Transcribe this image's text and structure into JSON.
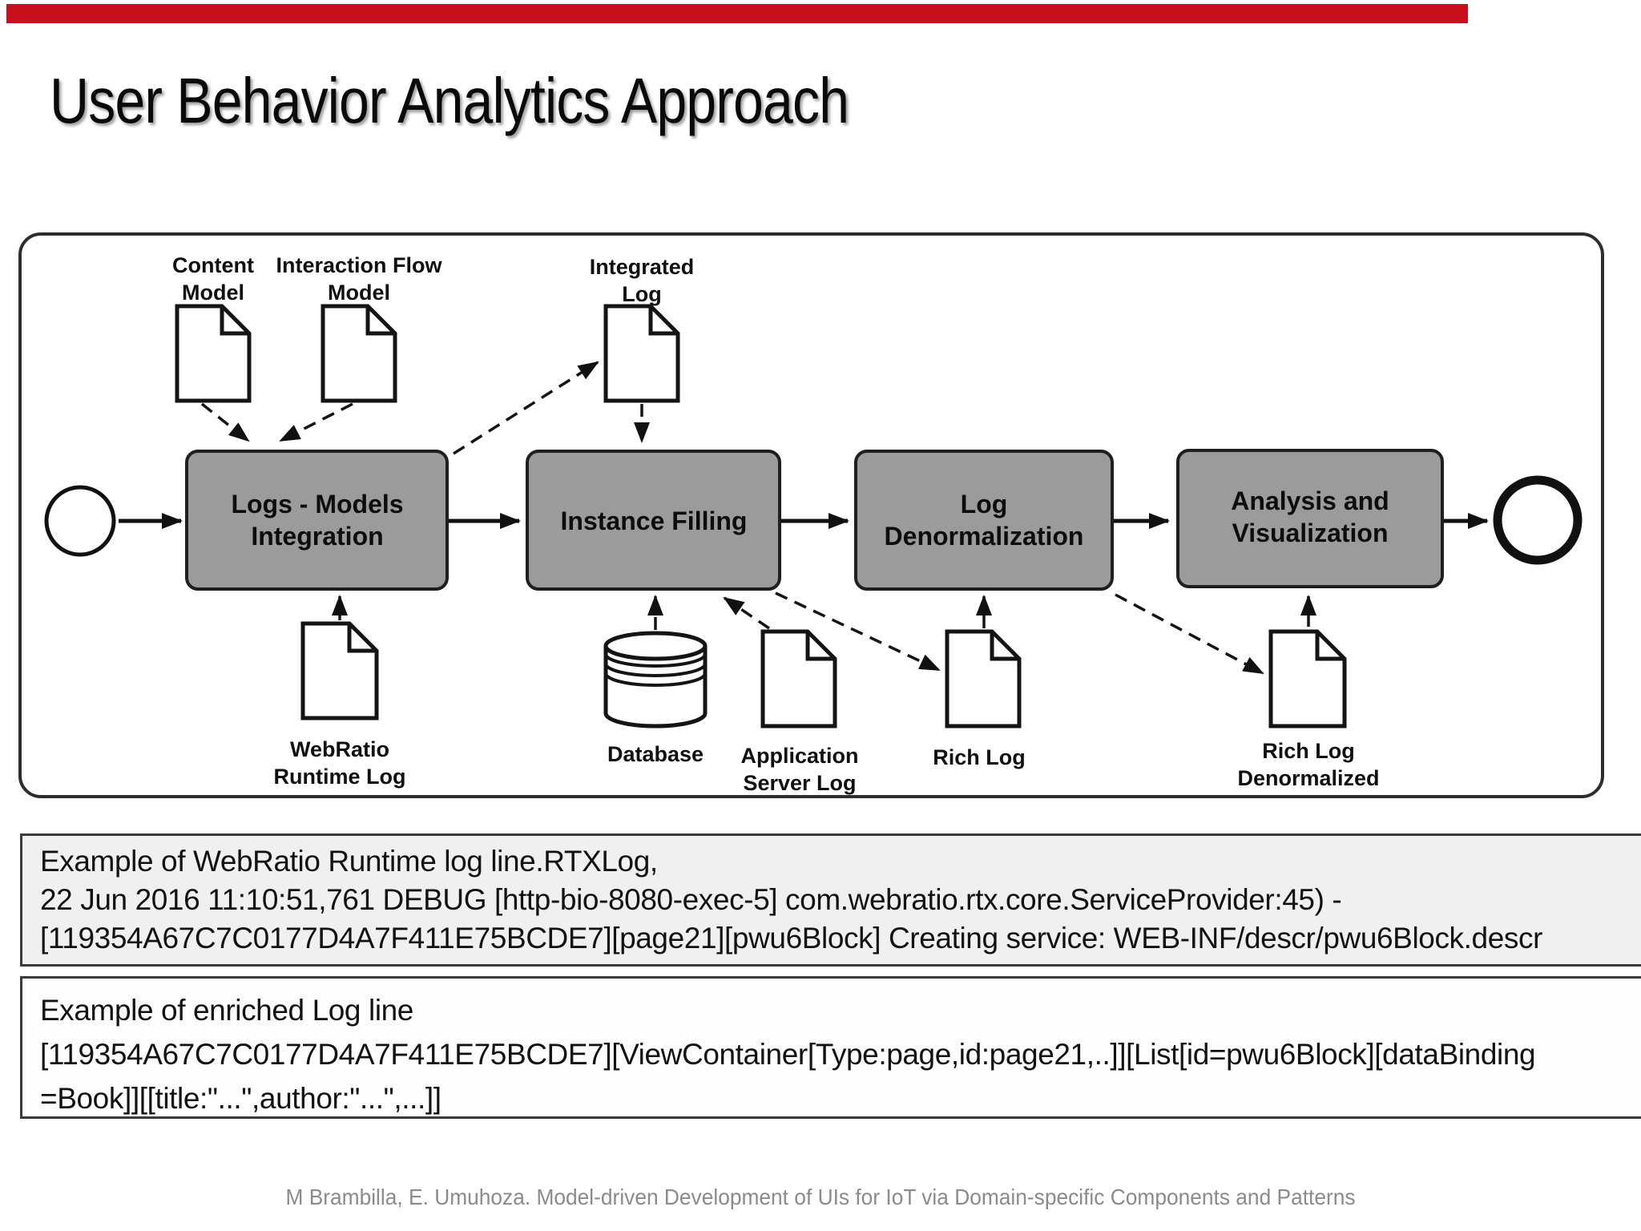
{
  "slide": {
    "accent_bar_color": "#c8101e",
    "title": "User Behavior Analytics Approach",
    "footer": "M Brambilla, E. Umuhoza. Model-driven Development of UIs for IoT via Domain-specific Components and Patterns"
  },
  "diagram": {
    "process_fill_color": "#9b9b9b",
    "steps": [
      {
        "lines": [
          "Logs - Models",
          "Integration"
        ]
      },
      {
        "lines": [
          "Instance Filling",
          ""
        ]
      },
      {
        "lines": [
          "Log",
          "Denormalization"
        ]
      },
      {
        "lines": [
          "Analysis and",
          "Visualization"
        ]
      }
    ],
    "artifacts": {
      "content_model": {
        "lines": [
          "Content",
          "Model"
        ]
      },
      "interaction_flow_model": {
        "lines": [
          "Interaction Flow",
          "Model"
        ]
      },
      "integrated_log": {
        "lines": [
          "Integrated",
          "Log"
        ]
      },
      "webratio_runtime_log": {
        "lines": [
          "WebRatio",
          "Runtime Log"
        ]
      },
      "database": {
        "lines": [
          "Database"
        ]
      },
      "application_server_log": {
        "lines": [
          "Application",
          "Server Log"
        ]
      },
      "rich_log": {
        "lines": [
          "Rich Log"
        ]
      },
      "rich_log_denormalized": {
        "lines": [
          "Rich Log",
          "Denormalized"
        ]
      }
    }
  },
  "log_example_1": {
    "lines": [
      "Example of WebRatio Runtime log line.RTXLog,",
      "22 Jun 2016 11:10:51,761 DEBUG [http-bio-8080-exec-5] com.webratio.rtx.core.ServiceProvider:45) -",
      "[119354A67C7C0177D4A7F411E75BCDE7][page21][pwu6Block] Creating service: WEB-INF/descr/pwu6Block.descr"
    ]
  },
  "log_example_2": {
    "lines": [
      "Example of enriched Log line",
      "[119354A67C7C0177D4A7F411E75BCDE7][ViewContainer[Type:page,id:page21,..]][List[id=pwu6Block][dataBinding",
      "=Book]][[title:\"...\",author:\"...\",...]]"
    ]
  }
}
